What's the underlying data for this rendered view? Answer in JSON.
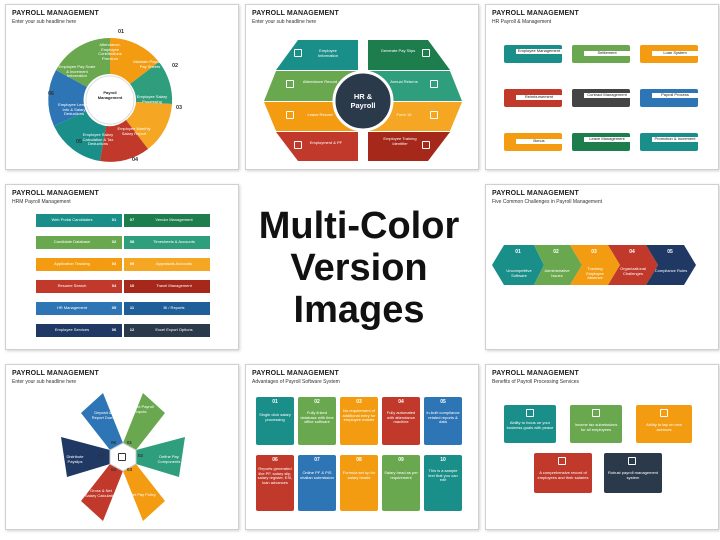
{
  "headline": "Multi-Color Version Images",
  "colors": {
    "red": "#c0392b",
    "orange": "#f39c12",
    "green": "#6aa84f",
    "darkgreen": "#1e7d4c",
    "teal": "#1a8f8a",
    "blue": "#2e75b6",
    "navy": "#1f3864"
  },
  "slides": {
    "s1": {
      "title": "PAYROLL MANAGEMENT",
      "subtitle": "Enter your sub headline here",
      "center": "Payroll Management",
      "items": [
        {
          "num": "01",
          "text": "Attendance, Employee Contributions Premium"
        },
        {
          "num": "02",
          "text": "Maintain Paydas & Pay Sheets"
        },
        {
          "num": "03",
          "text": "Employee Salary Processing"
        },
        {
          "num": "04",
          "text": "Employee Monthly Salary Report"
        },
        {
          "num": "05",
          "text": "Employee Salary Calculation & Tax Deductions"
        },
        {
          "num": "06",
          "text": "Employee Leaves Info & Salary Deductions"
        },
        {
          "num": "06",
          "text": "Employee Pay Scale & Increment Information"
        }
      ]
    },
    "s2": {
      "title": "PAYROLL MANAGEMENT",
      "subtitle": "Enter your sub headline here",
      "center": "HR & Payroll",
      "left": [
        "Employee Information",
        "Attendance Record",
        "Leave Record",
        "Employment & PF"
      ],
      "right": [
        "Generate Pay Slips",
        "Annual Returns",
        "Form 16",
        "Employee Training Identifier"
      ]
    },
    "s3": {
      "title": "PAYROLL MANAGEMENT",
      "subtitle": "HR Payroll & Management",
      "items": [
        "Employee Management",
        "Settlement",
        "Loan System",
        "Reimbursement",
        "Contract Management",
        "Payroll Process",
        "Bonus",
        "Leave Management",
        "Promotion & Increment"
      ]
    },
    "s4": {
      "title": "PAYROLL MANAGEMENT",
      "subtitle": "HRM Payroll Management",
      "left": [
        "Web Portal Candidates",
        "Candidate Database",
        "Application Tracking",
        "Resume Search",
        "HR Management",
        "Employee Services"
      ],
      "left_nums": [
        "01",
        "02",
        "03",
        "04",
        "05",
        "06"
      ],
      "right": [
        "Vendor Management",
        "Timesheets & Accounts",
        "Appraisals Accounts",
        "Travel Management",
        "BI / Reports",
        "Excel Export Options"
      ],
      "right_nums": [
        "07",
        "08",
        "09",
        "10",
        "11",
        "12"
      ]
    },
    "s5": {
      "title": "PAYROLL MANAGEMENT",
      "subtitle": "Five Common Challenges in Payroll Management",
      "items": [
        {
          "num": "01",
          "text": "Uncompetitive Software"
        },
        {
          "num": "02",
          "text": "Administrative Issues"
        },
        {
          "num": "03",
          "text": "Tracking Employee Absence"
        },
        {
          "num": "04",
          "text": "Organizational Challenges"
        },
        {
          "num": "05",
          "text": "Compliance Rules"
        }
      ]
    },
    "s6": {
      "title": "PAYROLL MANAGEMENT",
      "subtitle": "Enter your sub headline here",
      "items": [
        {
          "num": "01",
          "text": "Collect Payroll Inputs"
        },
        {
          "num": "02",
          "text": "Define Pay Components"
        },
        {
          "num": "03",
          "text": "Set Pay Policy"
        },
        {
          "num": "04",
          "text": "Gross & Net Salary Calculation"
        },
        {
          "num": "05",
          "text": "Distribute Payslips"
        },
        {
          "num": "06",
          "text": "Deposit & Report Dues"
        }
      ]
    },
    "s7": {
      "title": "PAYROLL MANAGEMENT",
      "subtitle": "Advantages of Payroll Software System",
      "items": [
        {
          "num": "01",
          "text": "Single click salary processing"
        },
        {
          "num": "02",
          "text": "Fully linked database with time office software"
        },
        {
          "num": "03",
          "text": "No requirement of additional entry for employee master"
        },
        {
          "num": "04",
          "text": "Fully automated with attendance machine"
        },
        {
          "num": "05",
          "text": "In-built compliance related reports & data"
        },
        {
          "num": "06",
          "text": "Reports generated like PF, salary slip, salary register, ESI, loan advances"
        },
        {
          "num": "07",
          "text": "Online PF & PIS challan submission"
        },
        {
          "num": "08",
          "text": "Formula set up for salary heads"
        },
        {
          "num": "09",
          "text": "Salary head as per requirement"
        },
        {
          "num": "10",
          "text": "This is a sample text that you can edit"
        }
      ]
    },
    "s8": {
      "title": "PAYROLL MANAGEMENT",
      "subtitle": "Benefits of Payroll Processing Services",
      "items": [
        "Ability to focus on your business goals with peace",
        "Income tax submissions for all employees",
        "Ability to tap on new avenues",
        "A comprehensive record of employees and their salaries",
        "Robust payroll management system"
      ]
    }
  }
}
